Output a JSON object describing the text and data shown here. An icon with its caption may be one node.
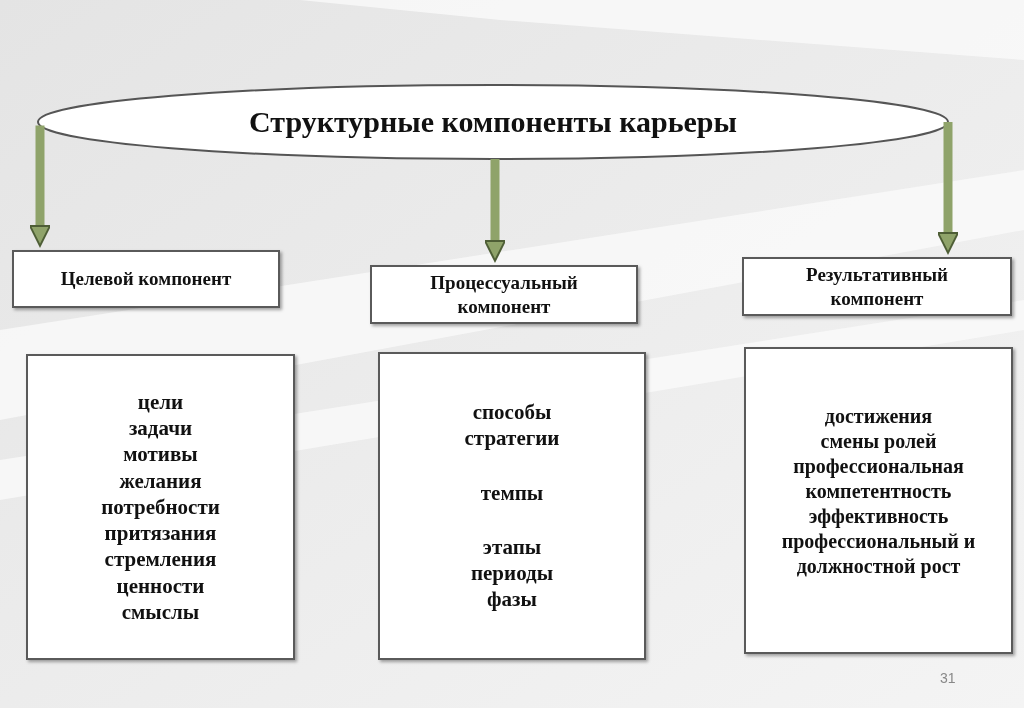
{
  "diagram": {
    "nodes": [
      {
        "text": [
          "Структурные компоненты карьеры"
        ]
      },
      {
        "text": [
          "Целевой компонент"
        ]
      },
      {
        "text": [
          "Процессуальный компонент"
        ]
      },
      {
        "text": [
          "Результативный компонент"
        ]
      },
      {
        "text": [
          "цели",
          "задачи",
          "мотивы",
          "желания",
          "потребности",
          "притязания",
          "стремления",
          "ценности",
          "смыслы"
        ]
      },
      {
        "text": [
          "способы",
          "стратегии",
          "темпы",
          "этапы",
          "периоды",
          "фазы"
        ]
      },
      {
        "text": [
          "достижения",
          "смены ролей",
          "профессиональная компетентность",
          "эффективность",
          "профессиональный и должностной рост"
        ]
      }
    ],
    "edges": [
      {
        "from": 0,
        "to": 1,
        "arrow": "to"
      },
      {
        "from": 0,
        "to": 2,
        "arrow": "to"
      },
      {
        "from": 0,
        "to": 3,
        "arrow": "to"
      }
    ],
    "labels": [
      "31"
    ]
  }
}
